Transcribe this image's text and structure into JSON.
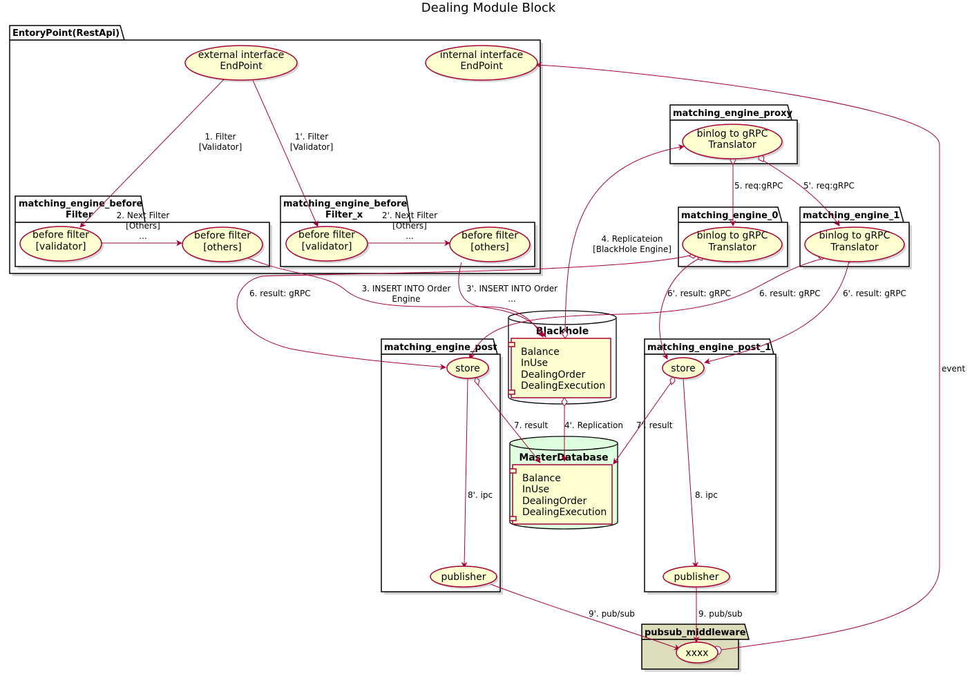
{
  "title": "Dealing Module Block",
  "packages": {
    "entrypoint": "EntoryPoint(RestApi)",
    "me_before_filter": "matching_engine_before\nFilter",
    "me_before_filter_x": "matching_engine_before\nFilter_x",
    "me_proxy": "matching_engine_proxy",
    "me_0": "matching_engine_0",
    "me_1": "matching_engine_1",
    "me_post": "matching_engine_post",
    "me_post_1": "matching_engine_post_1",
    "pubsub": "pubsub_middleware"
  },
  "usecases": {
    "external": "external interface\nEndPoint",
    "internal": "internal interface\nEndPoint",
    "bf_validator_1": "before filter\n[validator]",
    "bf_others_1": "before filter\n[others]",
    "bf_validator_2": "before filter\n[validator]",
    "bf_others_2": "before filter\n[others]",
    "proxy_translator": "binlog to gRPC\nTranslator",
    "me0_translator": "binlog to gRPC\nTranslator",
    "me1_translator": "binlog to gRPC\nTranslator",
    "store_post": "store",
    "store_post_1": "store",
    "publisher_post": "publisher",
    "publisher_post_1": "publisher",
    "xxxx": "xxxx"
  },
  "databases": {
    "blackhole": {
      "name": "Blackhole",
      "items": [
        "Balance",
        "InUse",
        "DealingOrder",
        "DealingExecution"
      ]
    },
    "master": {
      "name": "MasterDatabase",
      "items": [
        "Balance",
        "InUse",
        "DealingOrder",
        "DealingExecution"
      ]
    }
  },
  "edge_labels": {
    "e1": "1. Filter\n[Validator]",
    "e1p": "1'. Filter\n[Validator]",
    "e2": "2. Next Filter\n[Others]\n...",
    "e2p": "2'. Next Filter\n[Others]\n...",
    "e3": "3. INSERT INTO Order\nEngine",
    "e3p": "3'. INSERT INTO Order\n...",
    "e4": "4. Replicateion\n[BlackHole Engine]",
    "e4p": "4'. Replication",
    "e5": "5. req:gRPC",
    "e5p": "5'. req:gRPC",
    "e6_left": "6. result: gRPC",
    "e6p_mid": "6'. result: gRPC",
    "e6_mid": "6. result: gRPC",
    "e6p_right": "6'. result: gRPC",
    "e7": "7. result",
    "e7p": "7'. result",
    "e8p": "8'. ipc",
    "e8": "8. ipc",
    "e9p": "9'. pub/sub",
    "e9": "9. pub/sub",
    "event": "event"
  },
  "colors": {
    "usecase_fill": "#FEFECE",
    "usecase_border": "#A80036",
    "edge": "#A80036",
    "blackhole_fill": "#FFFFFF",
    "master_fill": "#DDFFDD",
    "pubsub_fill": "#DDDDBB"
  }
}
